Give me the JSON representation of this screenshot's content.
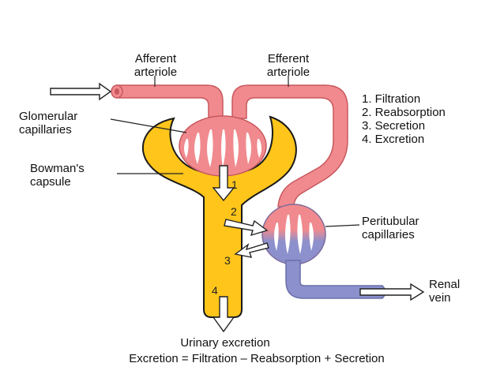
{
  "labels": {
    "afferent_line1": "Afferent",
    "afferent_line2": "arteriole",
    "efferent_line1": "Efferent",
    "efferent_line2": "arteriole",
    "glomerular_line1": "Glomerular",
    "glomerular_line2": "capillaries",
    "bowmans_line1": "Bowman's",
    "bowmans_line2": "capsule",
    "peritubular_line1": "Peritubular",
    "peritubular_line2": "capillaries",
    "renal_line1": "Renal",
    "renal_line2": "vein",
    "urinary": "Urinary excretion"
  },
  "process_list": [
    "1. Filtration",
    "2. Reabsorption",
    "3. Secretion",
    "4. Excretion"
  ],
  "arrow_numbers": [
    "1",
    "2",
    "3",
    "4"
  ],
  "equation": "Excretion = Filtration – Reabsorption + Secretion",
  "colors": {
    "arterial": "#f08a8e",
    "arterial_stroke": "#c8585e",
    "venous": "#8c90cc",
    "capsule": "#ffc51a",
    "capsule_stroke": "#1a1a1a"
  }
}
